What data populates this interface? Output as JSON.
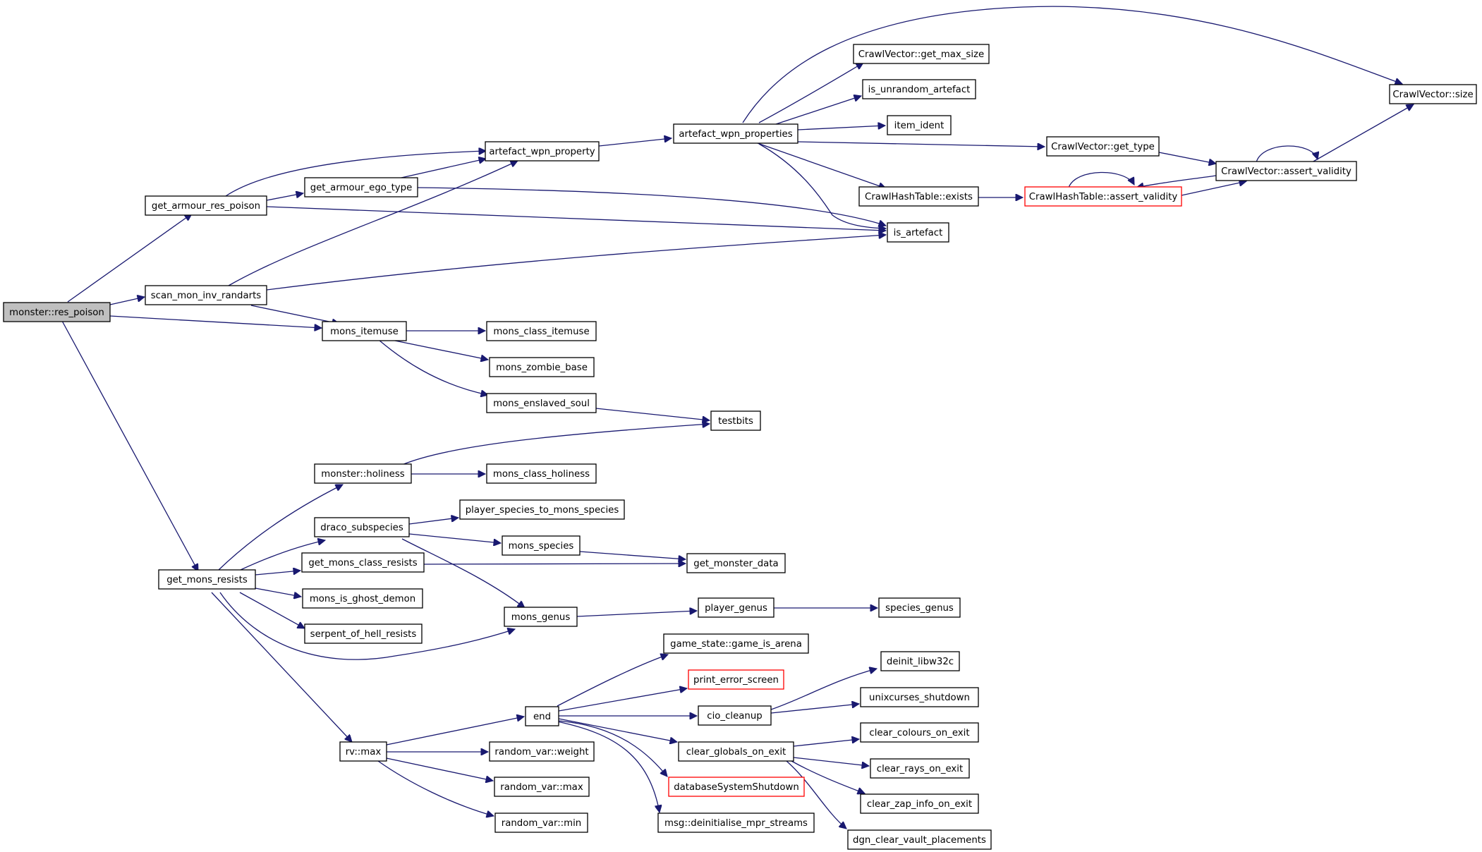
{
  "nodes": {
    "res_poison": "monster::res_poison",
    "get_armour_res_poison": "get_armour_res_poison",
    "scan_mon_inv_randarts": "scan_mon_inv_randarts",
    "get_mons_resists": "get_mons_resists",
    "get_armour_ego_type": "get_armour_ego_type",
    "artefact_wpn_property": "artefact_wpn_property",
    "artefact_wpn_properties": "artefact_wpn_properties",
    "get_max_size": "CrawlVector::get_max_size",
    "is_unrandom_artefact": "is_unrandom_artefact",
    "item_ident": "item_ident",
    "get_type": "CrawlVector::get_type",
    "hash_exists": "CrawlHashTable::exists",
    "hash_assert_validity": "CrawlHashTable::assert_validity",
    "vec_assert_validity": "CrawlVector::assert_validity",
    "vec_size": "CrawlVector::size",
    "is_artefact": "is_artefact",
    "mons_itemuse": "mons_itemuse",
    "mons_class_itemuse": "mons_class_itemuse",
    "mons_zombie_base": "mons_zombie_base",
    "mons_enslaved_soul": "mons_enslaved_soul",
    "testbits": "testbits",
    "holiness": "monster::holiness",
    "mons_class_holiness": "mons_class_holiness",
    "draco_subspecies": "draco_subspecies",
    "player_species_to_mons_species": "player_species_to_mons_species",
    "mons_species": "mons_species",
    "get_monster_data": "get_monster_data",
    "get_mons_class_resists": "get_mons_class_resists",
    "mons_is_ghost_demon": "mons_is_ghost_demon",
    "serpent_of_hell_resists": "serpent_of_hell_resists",
    "mons_genus": "mons_genus",
    "player_genus": "player_genus",
    "species_genus": "species_genus",
    "rv_max": "rv::max",
    "end": "end",
    "game_is_arena": "game_state::game_is_arena",
    "print_error_screen": "print_error_screen",
    "cio_cleanup": "cio_cleanup",
    "deinit_libw32c": "deinit_libw32c",
    "unixcurses_shutdown": "unixcurses_shutdown",
    "clear_globals_on_exit": "clear_globals_on_exit",
    "clear_colours_on_exit": "clear_colours_on_exit",
    "clear_rays_on_exit": "clear_rays_on_exit",
    "clear_zap_info_on_exit": "clear_zap_info_on_exit",
    "dgn_clear_vault_placements": "dgn_clear_vault_placements",
    "databaseSystemShutdown": "databaseSystemShutdown",
    "deinitialise_mpr_streams": "msg::deinitialise_mpr_streams",
    "random_var_weight": "random_var::weight",
    "random_var_max": "random_var::max",
    "random_var_min": "random_var::min"
  },
  "colors": {
    "edge": "#191970",
    "root_fill": "#bfbfbf",
    "highlight_border": "#ff0000"
  }
}
